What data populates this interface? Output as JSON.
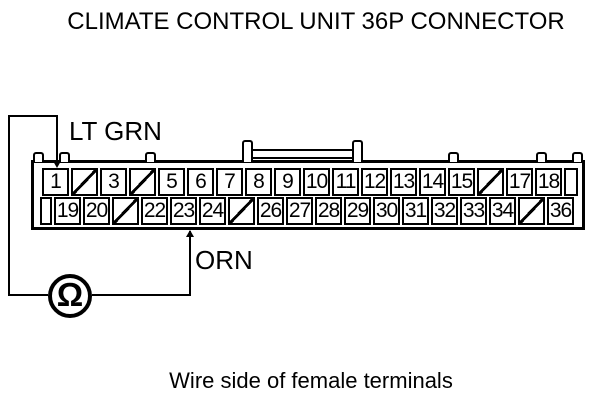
{
  "title": "CLIMATE CONTROL UNIT 36P CONNECTOR",
  "caption": "Wire side of female terminals",
  "colors": {
    "ink": "#000000",
    "background": "#ffffff"
  },
  "wire_labels": {
    "pin1_wire": "LT GRN",
    "pin23_wire": "ORN"
  },
  "meter": {
    "symbol": "Ω"
  },
  "connector": {
    "top_row": [
      "1",
      "/",
      "3",
      "/",
      "5",
      "6",
      "7",
      "8",
      "9",
      "10",
      "11",
      "12",
      "13",
      "14",
      "15",
      "/",
      "17",
      "18"
    ],
    "bottom_row": [
      "19",
      "20",
      "/",
      "22",
      "23",
      "24",
      "/",
      "26",
      "27",
      "28",
      "29",
      "30",
      "31",
      "32",
      "33",
      "34",
      "/",
      "36"
    ]
  }
}
